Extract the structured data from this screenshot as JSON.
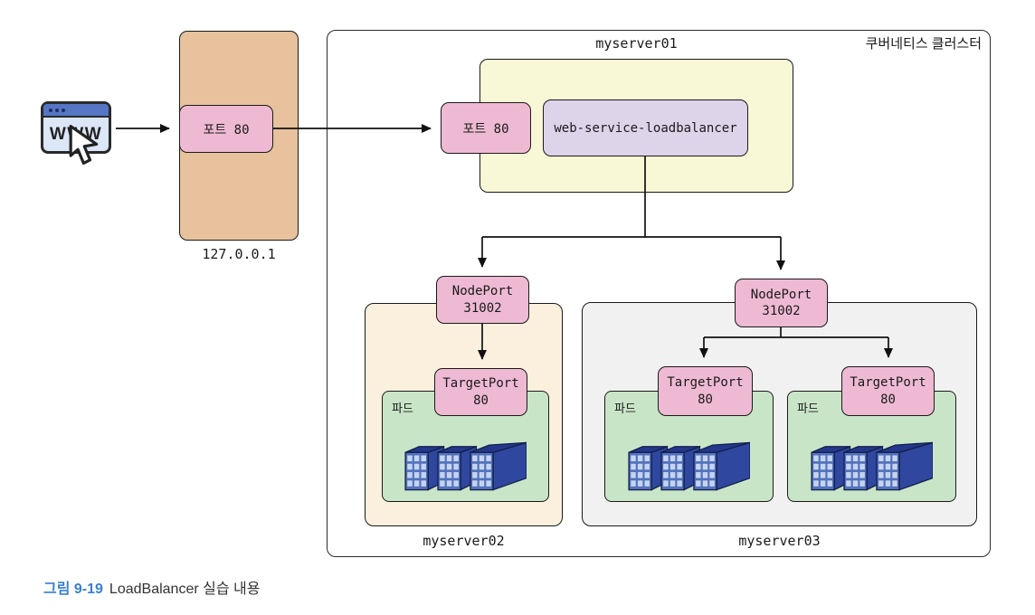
{
  "colors": {
    "pink": "#eebad3",
    "yellow": "#f8f8d7",
    "purple": "#ded4ea",
    "orange": "#e7c29c",
    "tan": "#faf0dd",
    "gray": "#f1f1f1",
    "green": "#c9e5c8",
    "caption_blue": "#3a80d2",
    "container_blue": "#5272bc",
    "browser_header_blue": "#5576c4"
  },
  "browser": {
    "label": "WWW"
  },
  "external_host": {
    "port_label": "포트 80",
    "ip_label": "127.0.0.1"
  },
  "cluster": {
    "title": "쿠버네티스 클러스터",
    "master": {
      "name": "myserver01",
      "port_label": "포트 80",
      "service_label": "web-service-loadbalancer"
    },
    "nodes": [
      {
        "name": "myserver02",
        "nodeport": {
          "line1": "NodePort",
          "line2": "31002"
        },
        "pods": [
          {
            "label": "파드",
            "targetport": {
              "line1": "TargetPort",
              "line2": "80"
            }
          }
        ]
      },
      {
        "name": "myserver03",
        "nodeport": {
          "line1": "NodePort",
          "line2": "31002"
        },
        "pods": [
          {
            "label": "파드",
            "targetport": {
              "line1": "TargetPort",
              "line2": "80"
            }
          },
          {
            "label": "파드",
            "targetport": {
              "line1": "TargetPort",
              "line2": "80"
            }
          }
        ]
      }
    ]
  },
  "caption": {
    "figure_label": "그림 9-19",
    "text": "LoadBalancer 실습 내용"
  }
}
